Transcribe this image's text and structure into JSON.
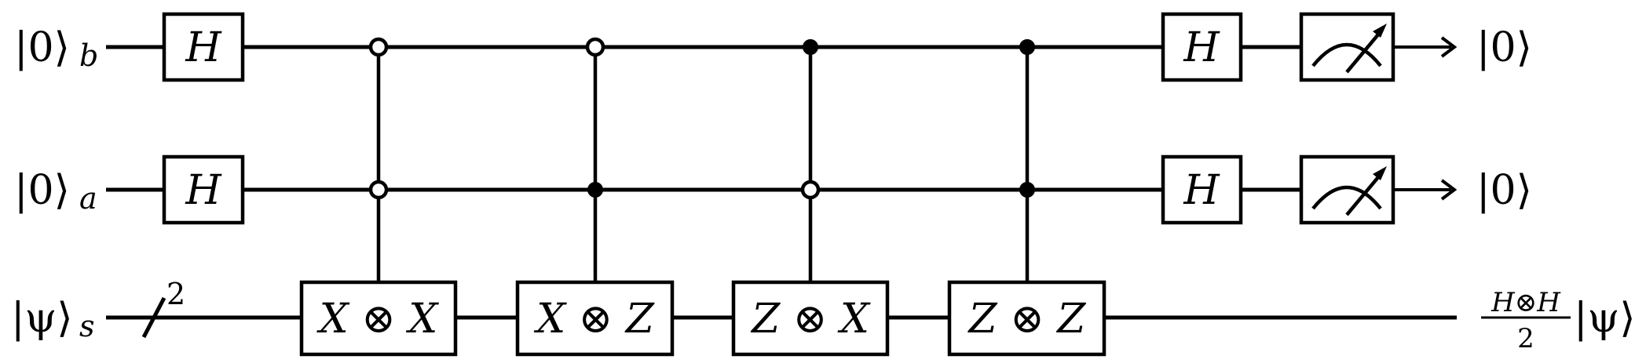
{
  "inputs": {
    "b": {
      "ket": "|0⟩",
      "sub": "b"
    },
    "a": {
      "ket": "|0⟩",
      "sub": "a"
    },
    "s": {
      "ket": "|ψ⟩",
      "sub": "s"
    }
  },
  "bundle_count": "2",
  "single_gates": {
    "h_b_1": "H",
    "h_a_1": "H",
    "h_b_2": "H",
    "h_a_2": "H"
  },
  "controlled_gates": [
    {
      "name": "xx",
      "label": "X ⊗ X",
      "control_b": "open",
      "control_a": "open"
    },
    {
      "name": "xz",
      "label": "X ⊗ Z",
      "control_b": "open",
      "control_a": "filled"
    },
    {
      "name": "zx",
      "label": "Z ⊗ X",
      "control_b": "filled",
      "control_a": "open"
    },
    {
      "name": "zz",
      "label": "Z ⊗ Z",
      "control_b": "filled",
      "control_a": "filled"
    }
  ],
  "outputs": {
    "b": "|0⟩",
    "a": "|0⟩",
    "s": {
      "numerator": "H⊗H",
      "denominator": "2",
      "ket": "|ψ⟩"
    }
  },
  "icons": {
    "measurement": "meter-icon",
    "arrow": "arrow-right-icon"
  }
}
